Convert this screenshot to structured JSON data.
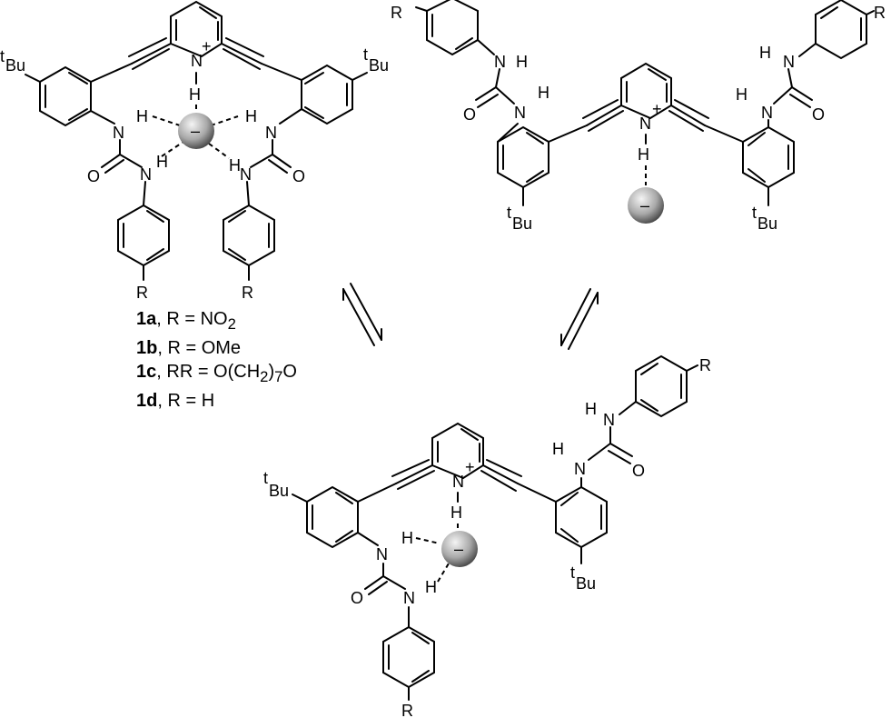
{
  "atoms": {
    "N": "N",
    "H": "H",
    "O": "O",
    "R": "R",
    "tBu": "Bu",
    "t": "t",
    "plus": "+",
    "minus": "–"
  },
  "legend": [
    {
      "id": "1a",
      "sep": ", ",
      "text_pre": "R = NO",
      "sub": "2",
      "text_post": ""
    },
    {
      "id": "1b",
      "sep": ", ",
      "text_pre": "R = OMe",
      "sub": "",
      "text_post": ""
    },
    {
      "id": "1c",
      "sep": ", ",
      "text_pre": "RR = O(CH",
      "sub": "2",
      "text_post": ")",
      "sub2": "7",
      "text_post2": "O"
    },
    {
      "id": "1d",
      "sep": ", ",
      "text_pre": "R = H",
      "sub": "",
      "text_post": ""
    }
  ],
  "colors": {
    "ink": "#000000",
    "anion_light": "#f2f2f2",
    "anion_dark": "#5a5a5a",
    "background": "#ffffff"
  }
}
